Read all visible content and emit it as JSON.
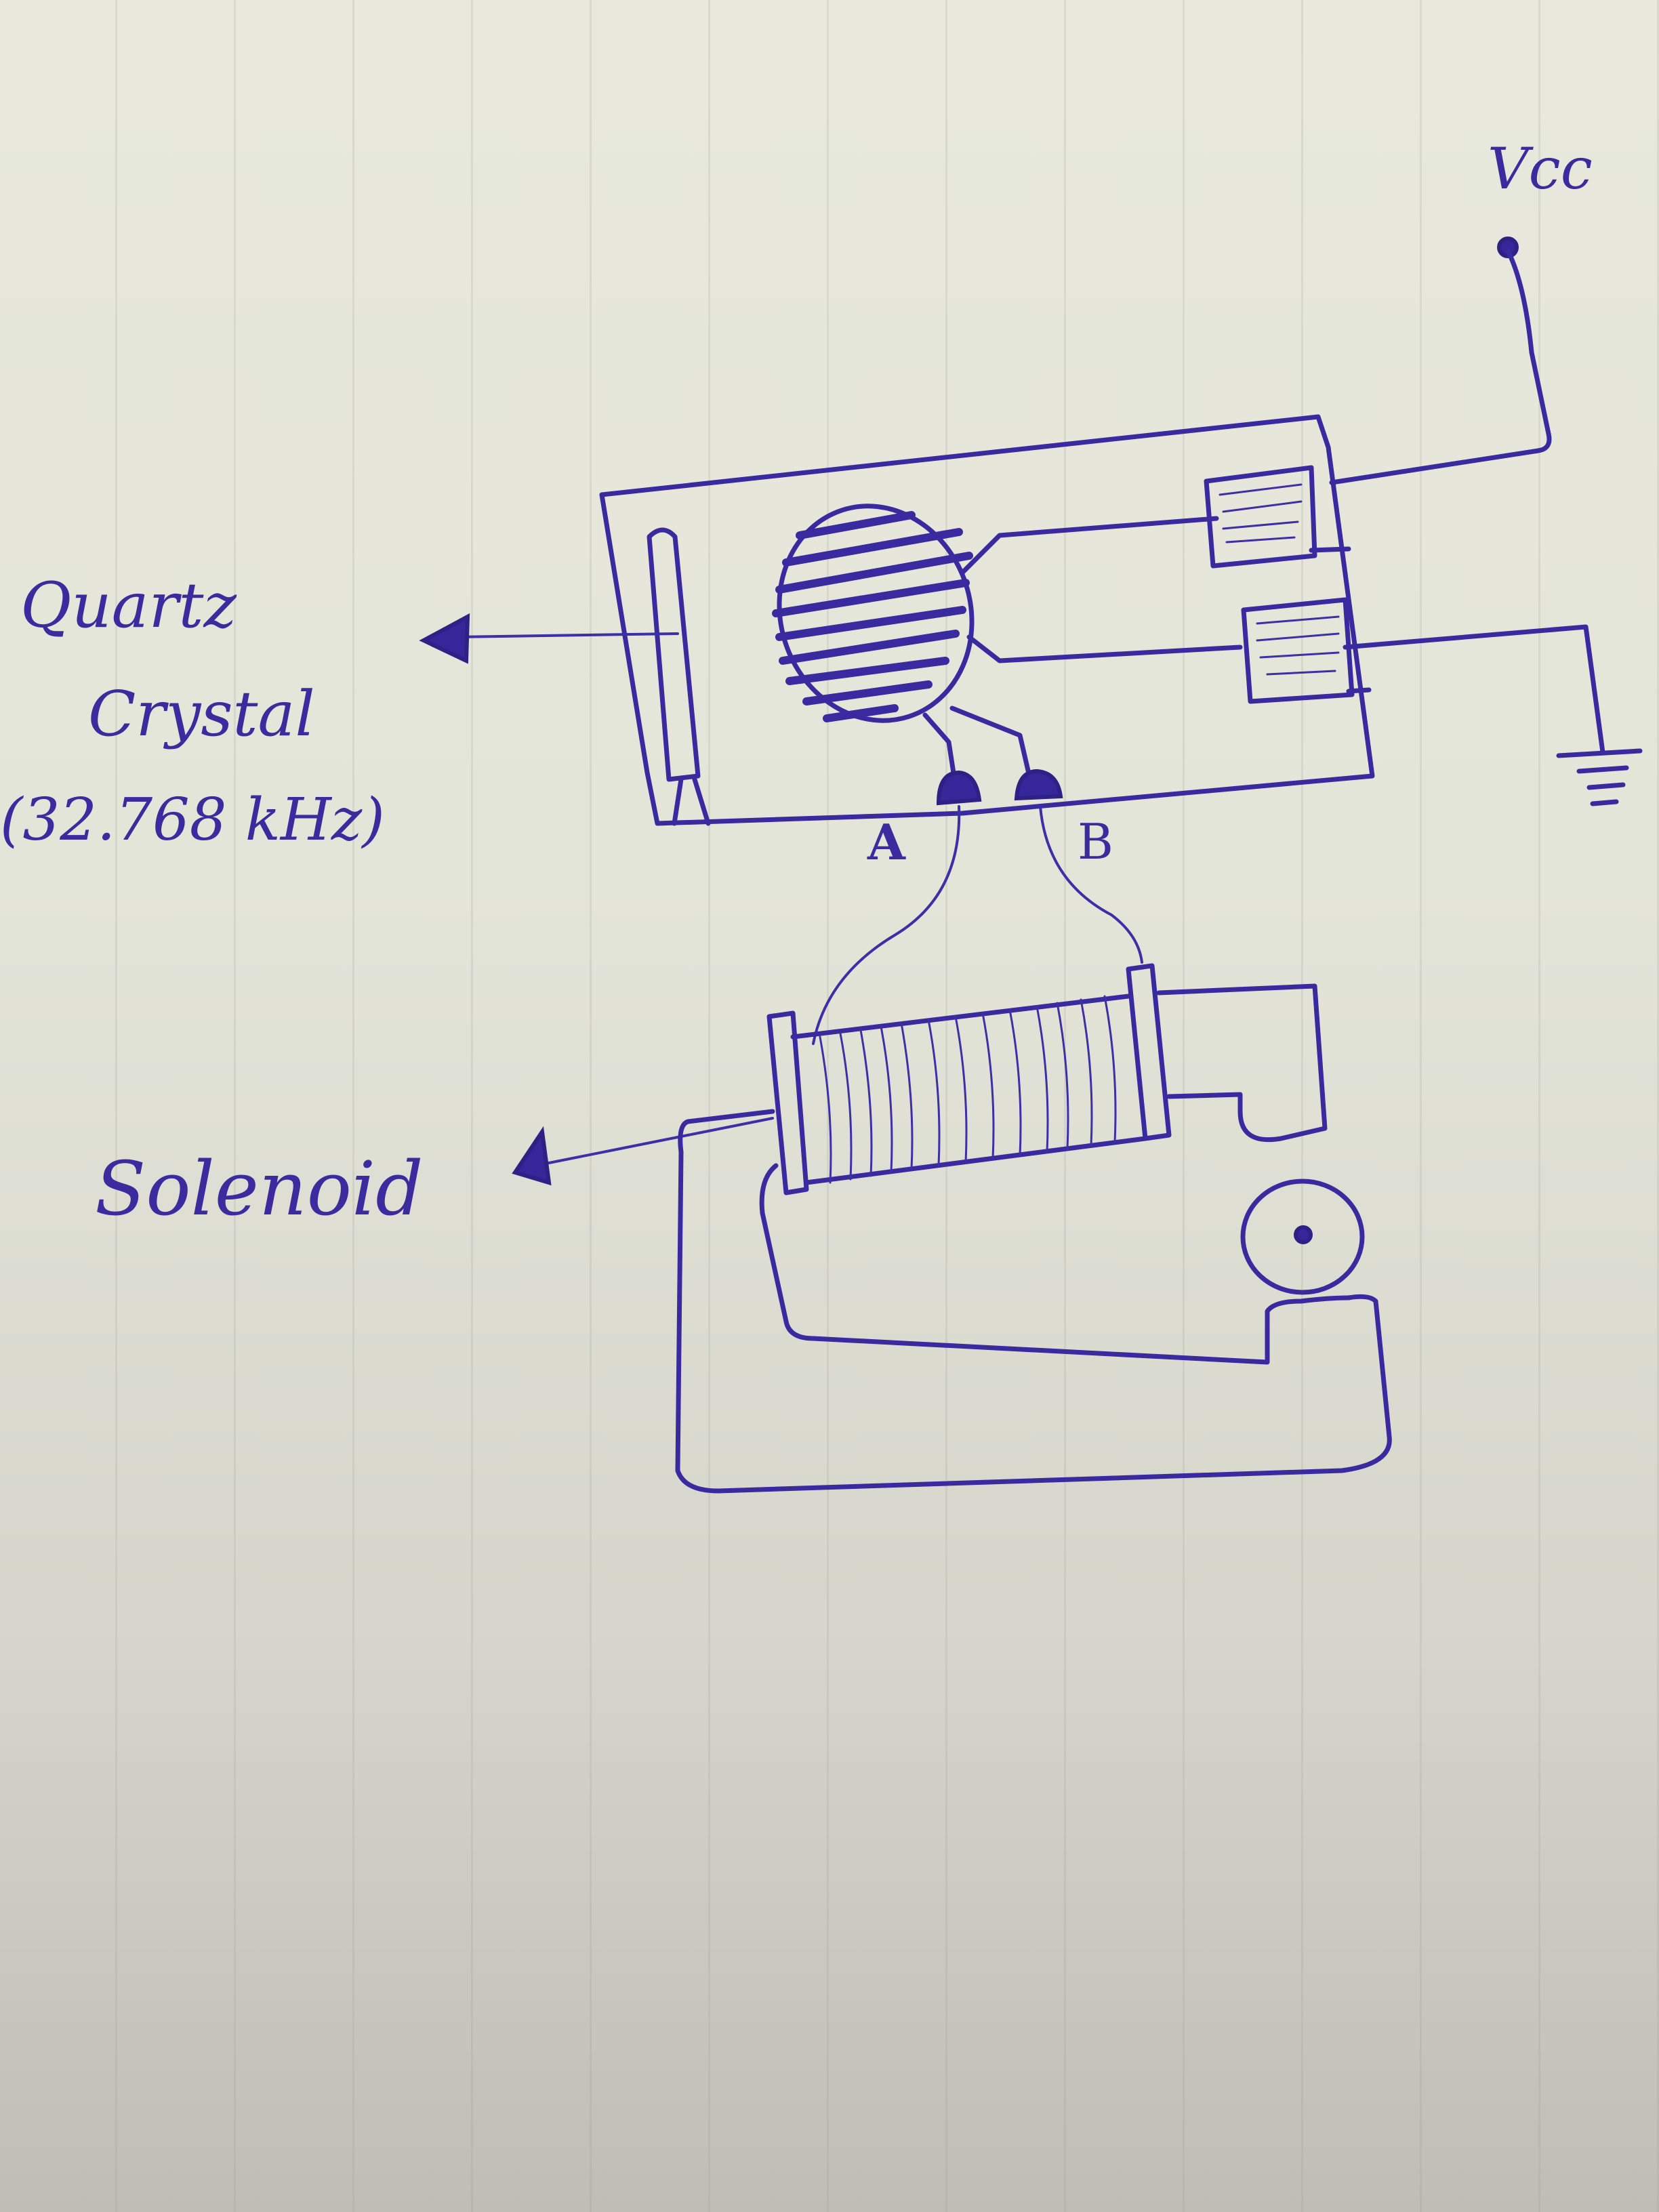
{
  "diagram": {
    "type": "hand-drawn circuit sketch",
    "ink_color": "#3a2aa0",
    "paper_color": "#e6e6da",
    "labels": {
      "vcc": "Vcc",
      "quartz_line1": "Quartz",
      "quartz_line2": "Crystal",
      "quartz_freq": "(32.768 kHz)",
      "terminal_a": "A",
      "terminal_b": "B",
      "solenoid": "Solenoid"
    },
    "components": [
      {
        "name": "circuit-board",
        "description": "Rectangular PCB"
      },
      {
        "name": "quartz-crystal",
        "description": "Elongated crystal on left of board",
        "frequency": "32.768 kHz"
      },
      {
        "name": "ic-chip",
        "description": "Hatched circular IC blob in center"
      },
      {
        "name": "battery-contact-top",
        "description": "Contact pad connected to Vcc"
      },
      {
        "name": "battery-contact-bottom",
        "description": "Contact pad connected to ground"
      },
      {
        "name": "terminal-a",
        "description": "Output terminal A"
      },
      {
        "name": "terminal-b",
        "description": "Output terminal B"
      },
      {
        "name": "solenoid-coil",
        "description": "Coil wound on bobbin, wires from A and B"
      },
      {
        "name": "stator-frame",
        "description": "Magnetic stator yoke around rotor"
      },
      {
        "name": "rotor",
        "description": "Circular rotor with center dot"
      },
      {
        "name": "ground-symbol",
        "description": "Ground symbol on right"
      }
    ],
    "connections": [
      {
        "from": "Vcc",
        "to": "battery-contact-top"
      },
      {
        "from": "battery-contact-bottom",
        "to": "ground"
      },
      {
        "from": "quartz-crystal",
        "to": "ic-chip"
      },
      {
        "from": "ic-chip",
        "to": "terminal-a"
      },
      {
        "from": "ic-chip",
        "to": "terminal-b"
      },
      {
        "from": "terminal-a",
        "to": "solenoid-coil"
      },
      {
        "from": "terminal-b",
        "to": "solenoid-coil"
      }
    ]
  }
}
